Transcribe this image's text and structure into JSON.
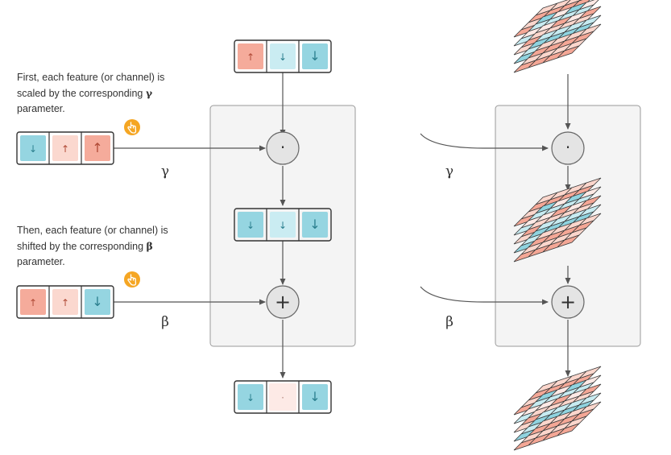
{
  "captions": {
    "scale": {
      "text": "First, each feature (or channel) is scaled by the corresponding",
      "param_symbol": "γ",
      "param_word": "parameter."
    },
    "shift": {
      "text": "Then, each feature (or channel) is shifted by the corresponding",
      "param_symbol": "β",
      "param_word": "parameter."
    }
  },
  "labels": {
    "gamma": "γ",
    "beta": "β"
  },
  "operators": {
    "multiply": "·",
    "add": "+"
  },
  "vectors": {
    "input_features": [
      "up",
      "down",
      "down"
    ],
    "gamma_params": [
      "down",
      "up",
      "up"
    ],
    "scaled_features": [
      "down",
      "down",
      "down"
    ],
    "beta_params": [
      "up",
      "up",
      "down"
    ],
    "output_features": [
      "down",
      "dot",
      "down"
    ]
  },
  "glyphs": {
    "up": "↑",
    "down": "↓",
    "dot": "·"
  },
  "icons": {
    "interactive_hint": "hand-pointer-icon"
  },
  "colors": {
    "positive": "#f4a796",
    "positive_light": "#fbd6cc",
    "negative": "#8fd3df",
    "negative_light": "#c7ebf1",
    "neutral": "#fde9e5",
    "accent": "#f5a623",
    "panel": "#f4f4f4",
    "line": "#555555"
  }
}
